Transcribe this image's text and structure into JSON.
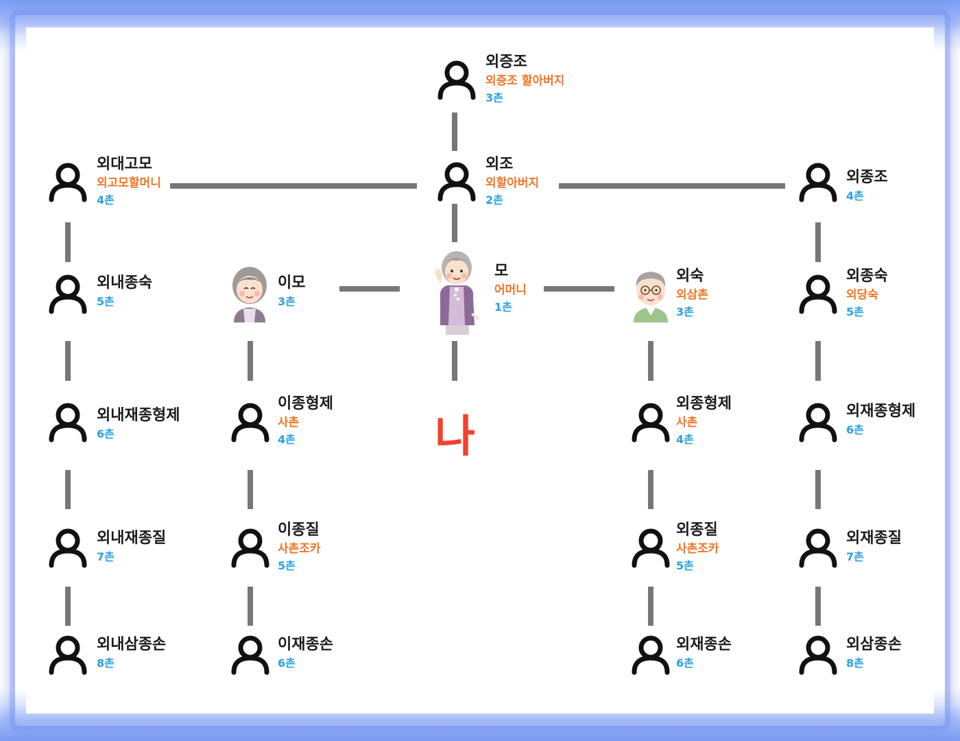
{
  "nodes": {
    "great_grandfather": {
      "name": "외증조",
      "term": "외증조 할아버지",
      "degree": "3촌"
    },
    "grandfather": {
      "name": "외조",
      "term": "외할아버지",
      "degree": "2촌"
    },
    "great_aunt": {
      "name": "외대고모",
      "term": "외고모할머니",
      "degree": "4촌"
    },
    "great_uncle": {
      "name": "외종조",
      "degree": "4촌"
    },
    "mother": {
      "name": "모",
      "term": "어머니",
      "degree": "1촌"
    },
    "aunt": {
      "name": "이모",
      "degree": "3촌"
    },
    "uncle": {
      "name": "외숙",
      "term": "외삼촌",
      "degree": "3촌"
    },
    "left_cousin_parent": {
      "name": "외내종숙",
      "degree": "5촌"
    },
    "right_cousin_parent": {
      "name": "외종숙",
      "term": "외당숙",
      "degree": "5촌"
    },
    "left_second_cousin": {
      "name": "외내재종형제",
      "degree": "6촌"
    },
    "aunt_child": {
      "name": "이종형제",
      "term": "사촌",
      "degree": "4촌"
    },
    "uncle_child": {
      "name": "외종형제",
      "term": "사촌",
      "degree": "4촌"
    },
    "right_second_cousin": {
      "name": "외재종형제",
      "degree": "6촌"
    },
    "left_second_cousin_child": {
      "name": "외내재종질",
      "degree": "7촌"
    },
    "aunt_grandchild": {
      "name": "이종질",
      "term": "사촌조카",
      "degree": "5촌"
    },
    "uncle_grandchild": {
      "name": "외종질",
      "term": "사촌조카",
      "degree": "5촌"
    },
    "right_second_cousin_child": {
      "name": "외재종질",
      "degree": "7촌"
    },
    "left_descendant": {
      "name": "외내삼종손",
      "degree": "8촌"
    },
    "aunt_descendant": {
      "name": "이재종손",
      "degree": "6촌"
    },
    "uncle_descendant": {
      "name": "외재종손",
      "degree": "6촌"
    },
    "right_descendant": {
      "name": "외삼종손",
      "degree": "8촌"
    }
  },
  "me_label": "나",
  "colors": {
    "name": "#1a1a1a",
    "term": "#f07424",
    "degree": "#2aa0e2",
    "me": "#f4402c",
    "line": "#777777"
  },
  "icon": "person-outline-icon"
}
